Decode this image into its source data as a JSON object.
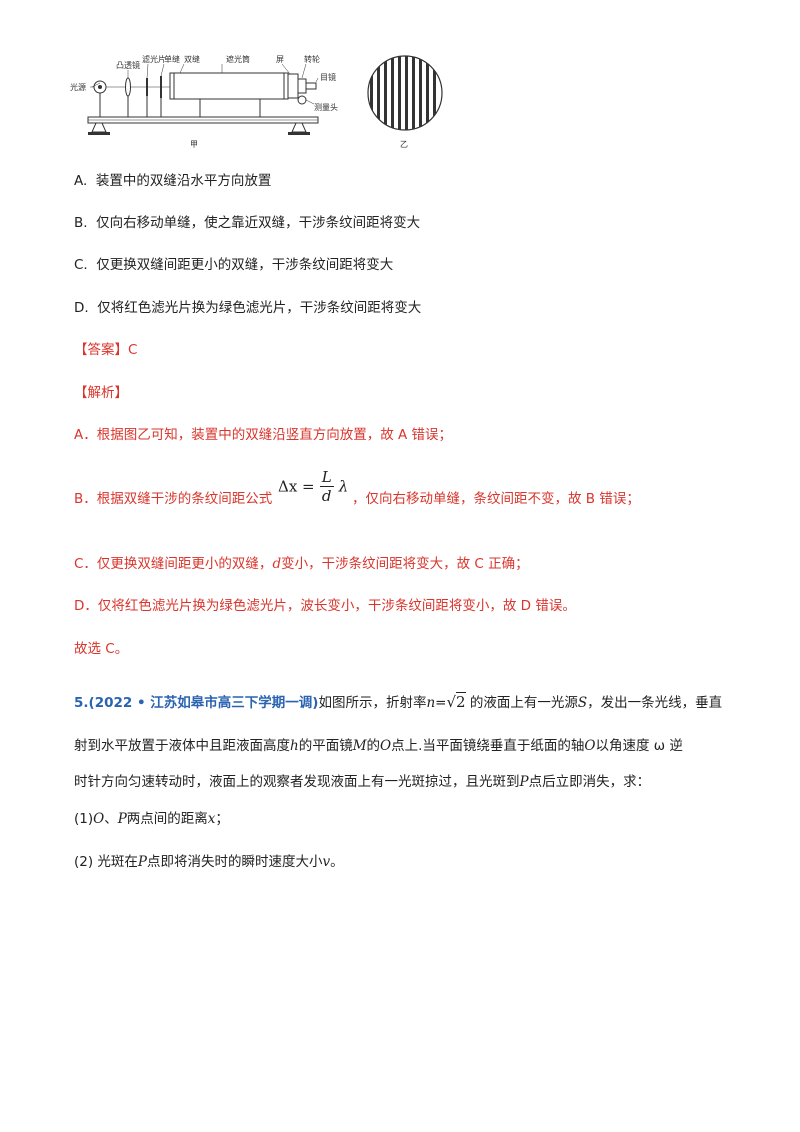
{
  "figure": {
    "labels": {
      "light_source": "光源",
      "lens": "凸透镜",
      "filter": "滤光片",
      "single_slit": "单缝",
      "double_slit": "双缝",
      "tube": "遮光筒",
      "screen": "屏",
      "wheel": "转轮",
      "eyepiece": "目镜",
      "head": "测量头",
      "caption_left": "甲",
      "caption_right": "乙"
    }
  },
  "options": [
    {
      "letter": "A.",
      "text": "装置中的双缝沿水平方向放置"
    },
    {
      "letter": "B.",
      "text": "仅向右移动单缝，使之靠近双缝，干涉条纹间距将变大"
    },
    {
      "letter": "C.",
      "text": "仅更换双缝间距更小的双缝，干涉条纹间距将变大"
    },
    {
      "letter": "D.",
      "text": "仅将红色滤光片换为绿色滤光片，干涉条纹间距将变大"
    }
  ],
  "answer": {
    "label": "【答案】",
    "value": "C"
  },
  "analysis": {
    "label": "【解析】",
    "a": "A．根据图乙可知，装置中的双缝沿竖直方向放置，故 A 错误；",
    "b_pre": "B．根据双缝干涉的条纹间距公式",
    "b_post": "，仅向右移动单缝，条纹间距不变，故 B 错误；",
    "c_pre": "C．仅更换双缝间距更小的双缝，",
    "c_var": "d",
    "c_post": "变小，干涉条纹间距将变大，故 C 正确；",
    "d": "D．仅将红色滤光片换为绿色滤光片，波长变小，干涉条纹间距将变小，故 D 错误。",
    "conclusion": "故选 C。"
  },
  "formula": {
    "lhs": "Δx =",
    "num": "L",
    "den": "d",
    "tail": "λ"
  },
  "problem5": {
    "source": "5.(2022 • 江苏如皋市高三下学期一调)",
    "p1_a": "如图所示，折射率",
    "n_var": "n",
    "eq": "=",
    "sqrt_sign": "√",
    "sqrt_val": "2",
    "p1_b": "的液面上有一光源",
    "s_var": "S",
    "p1_c": "，发出一条光线，垂直",
    "p2_a": "射到水平放置于液体中且距液面高度",
    "h_var": "h",
    "p2_b": "的平面镜",
    "m_var": "M",
    "p2_c": "的",
    "o_var": "O",
    "p2_d": "点上.当平面镜绕垂直于纸面的轴",
    "p2_e": "以角速度 ω 逆",
    "p3_a": "时针方向匀速转动时，液面上的观察者发现液面上有一光斑掠过，且光斑到",
    "p_var": "P",
    "p3_b": "点后立即消失，求：",
    "q1_a": "(1)",
    "q1_b": "、",
    "q1_c": "两点间的距离",
    "x_var": "x",
    "q1_d": "；",
    "q2_a": "(2) 光斑在",
    "q2_b": "点即将消失时的瞬时速度大小",
    "v_var": "v",
    "q2_c": "。"
  }
}
